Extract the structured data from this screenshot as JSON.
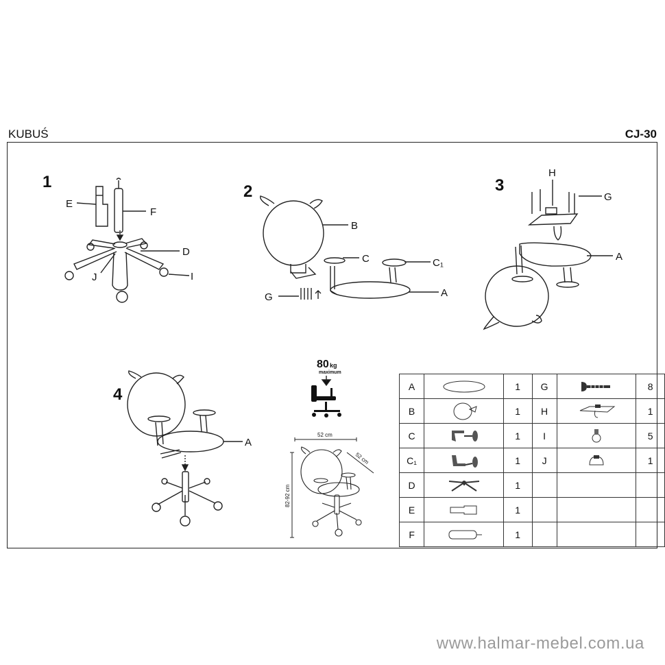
{
  "header": {
    "title": "KUBUŚ",
    "code": "CJ-30"
  },
  "steps": [
    {
      "number": "1",
      "labels": [
        "E",
        "F",
        "D",
        "J",
        "I"
      ]
    },
    {
      "number": "2",
      "labels": [
        "B",
        "C",
        "C₁",
        "G",
        "A"
      ]
    },
    {
      "number": "3",
      "labels": [
        "H",
        "G",
        "A"
      ]
    },
    {
      "number": "4",
      "labels": [
        "A"
      ]
    }
  ],
  "load": {
    "value": "80",
    "unit": "kg",
    "note": "maximum"
  },
  "dimensions": {
    "width": "52 cm",
    "depth": "52 cm",
    "height": "82-92 cm"
  },
  "parts": [
    {
      "letter": "A",
      "icon": "seat-icon",
      "qty": "1"
    },
    {
      "letter": "B",
      "icon": "backrest-icon",
      "qty": "1"
    },
    {
      "letter": "C",
      "icon": "armrest-icon",
      "qty": "1"
    },
    {
      "letter": "C₁",
      "icon": "armrest-mirror-icon",
      "qty": "1"
    },
    {
      "letter": "D",
      "icon": "star-base-icon",
      "qty": "1"
    },
    {
      "letter": "E",
      "icon": "gas-lift-cover-icon",
      "qty": "1"
    },
    {
      "letter": "F",
      "icon": "gas-lift-icon",
      "qty": "1"
    },
    {
      "letter": "G",
      "icon": "screw-icon",
      "qty": "8"
    },
    {
      "letter": "H",
      "icon": "mechanism-icon",
      "qty": "1"
    },
    {
      "letter": "I",
      "icon": "caster-icon",
      "qty": "5"
    },
    {
      "letter": "J",
      "icon": "base-cap-icon",
      "qty": "1"
    }
  ],
  "footer": {
    "url": "www.halmar-mebel.com.ua"
  }
}
